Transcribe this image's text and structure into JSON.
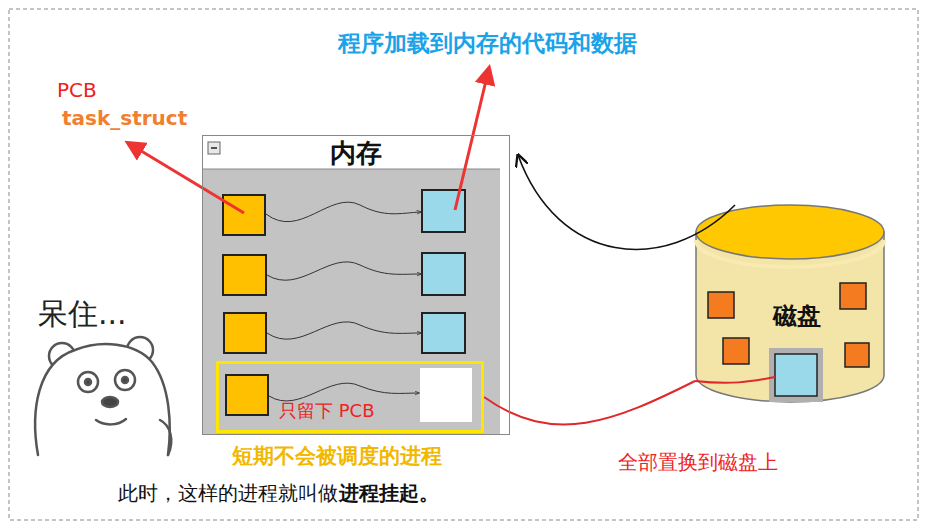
{
  "diagram": {
    "nodes": [
      {
        "text": [
          "内存"
        ]
      },
      {
        "text": [
          "只留下 PCB"
        ],
        "in": 0
      },
      {
        "text": [
          "磁盘"
        ]
      }
    ],
    "edges": [
      {
        "from": 1,
        "to": 2,
        "arrow": "none"
      },
      {
        "from": 2,
        "to": 0,
        "arrow": "to"
      }
    ],
    "labels": [
      "PCB",
      "task_struct",
      "程序加载到内存的代码和数据",
      "短期不会被调度的进程",
      "全部置换到磁盘上",
      "此时，这样的进程就叫做",
      "进程挂起。",
      "呆住..."
    ]
  }
}
